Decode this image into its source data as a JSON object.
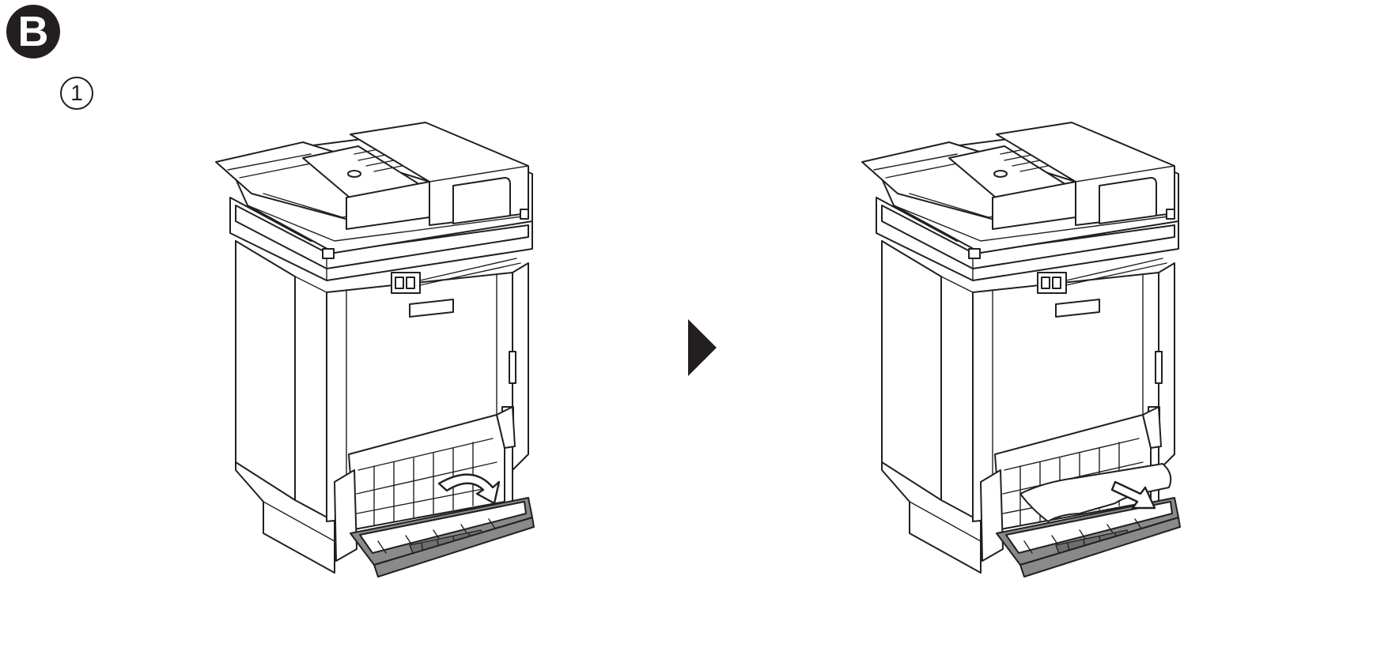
{
  "header": {
    "section_badge": "B",
    "step_number": "1"
  },
  "panels": [
    {
      "step": "open-rear-cover",
      "icon": "curved-arrow-down-icon"
    },
    {
      "step": "remove-jammed-paper",
      "icon": "pull-arrow-icon"
    }
  ],
  "separator_icon": "triangle-right-icon",
  "colors": {
    "ink": "#231f20",
    "cover_gray": "#8a8a8a",
    "background": "#ffffff"
  }
}
